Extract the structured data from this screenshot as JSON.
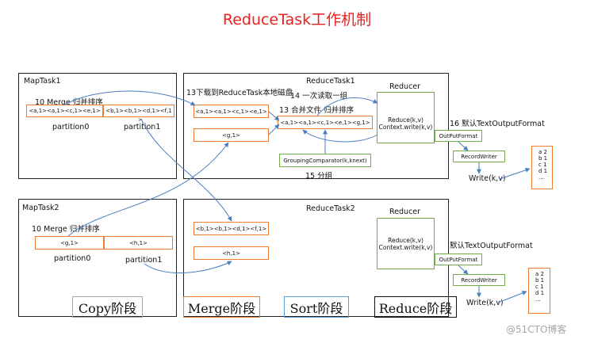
{
  "title": "ReduceTask工作机制",
  "colors": {
    "title": "#e8211e",
    "orange": "#ed7d31",
    "green": "#70ad47",
    "blue": "#5b9bd5",
    "gray": "#a6a6a6",
    "black": "#111111",
    "arrow": "#4a7ebf"
  },
  "maptask1": {
    "label": "MapTask1",
    "step": "10 Merge 归并排序",
    "p0_text": "<a,1><a,1><c,1><e,1>",
    "p1_text_line1": "<b,1><b,1><d,1><f,1",
    "p1_text_line2": ">",
    "p0_label": "partition0",
    "p1_label": "partition1"
  },
  "reducetask1": {
    "label": "ReduceTask1",
    "step13_download": "13下载到ReduceTask本地磁盘",
    "step14": "14 一次读取一组",
    "step13_merge": "13 合并文件 归并排序",
    "box_a": "<a,1><a,1><c,1><e,1>",
    "box_g": "<g,1>",
    "merged": "<a,1><a,1><c,1><e,1><g,1>",
    "grouping": "GroupingComparator(k,knext)",
    "step15": "15 分组",
    "reducer_label": "Reducer",
    "reduce_line1": "Reduce(k,v)",
    "reduce_line2": "Context.write(k,v)",
    "step16": "16 默认TextOutputFormat",
    "output_format": "OutPutFormat",
    "record_writer": "RecordWriter",
    "write": "Write(k,v)",
    "output_lines": [
      "a 2",
      "b 1",
      "c 1",
      "d 1",
      "..."
    ]
  },
  "maptask2": {
    "label": "MapTask2",
    "step": "10 Merge 归并排序",
    "p0_text": "<g,1>",
    "p1_text": "<h,1>",
    "p0_label": "partition0",
    "p1_label": "partition1"
  },
  "reducetask2": {
    "label": "ReduceTask2",
    "box_b": "<b,1><b,1><d,1><f,1>",
    "box_h": "<h,1>",
    "reducer_label": "Reducer",
    "reduce_line1": "Reduce(k,v)",
    "reduce_line2": "Context.write(k,v)",
    "default_format": "默认TextOutputFormat",
    "output_format": "OutPutFormat",
    "record_writer": "RecordWriter",
    "write": "Write(k,v)",
    "output_lines": [
      "a 2",
      "b 1",
      "c 1",
      "d 1",
      "..."
    ]
  },
  "legend": {
    "copy": "Copy阶段",
    "merge": "Merge阶段",
    "sort": "Sort阶段",
    "reduce": "Reduce阶段"
  },
  "watermark": "@51CTO博客"
}
